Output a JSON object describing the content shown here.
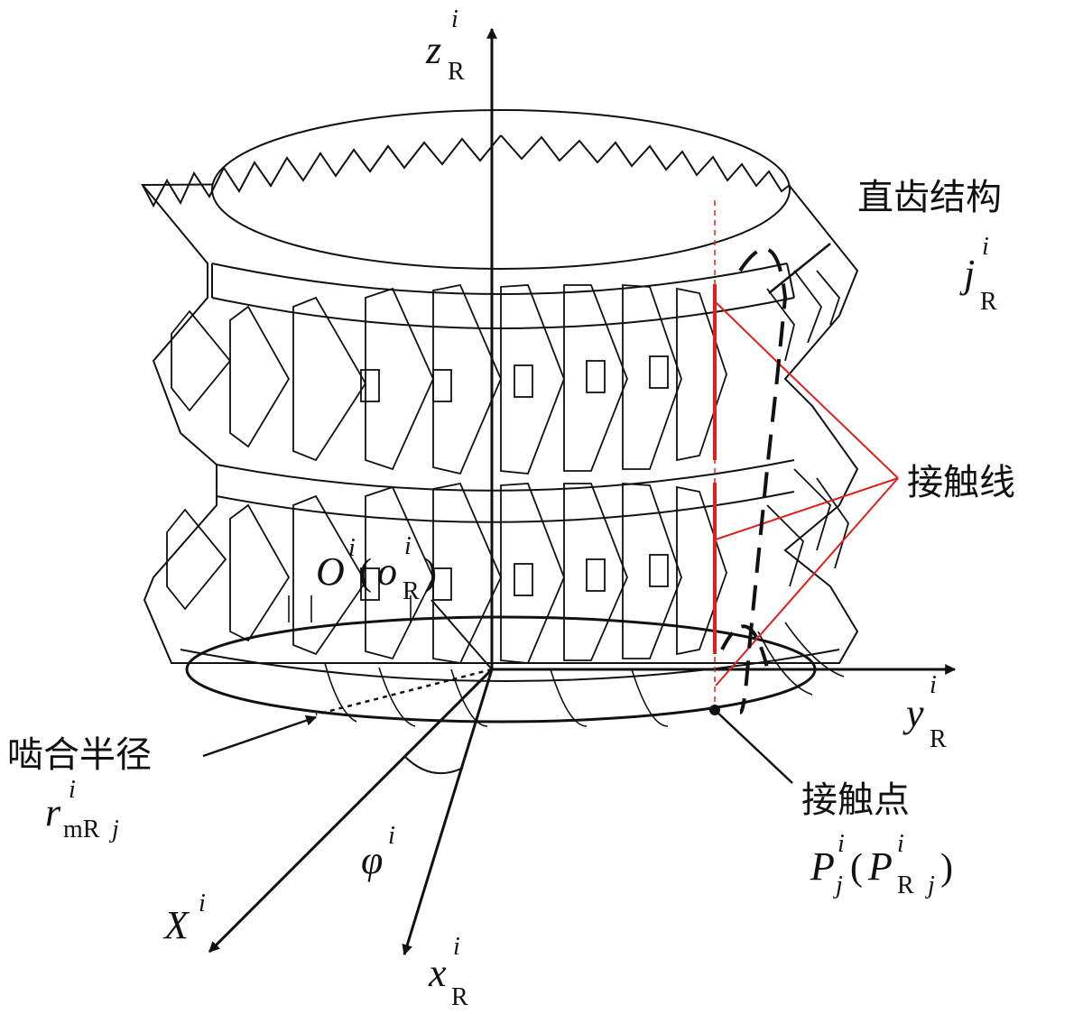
{
  "colors": {
    "ink": "#111111",
    "contact": "#e0201c",
    "body": "#ffffff"
  },
  "labels": {
    "spur_structure": "直齿结构",
    "contact_line": "接触线",
    "contact_point": "接触点",
    "mesh_radius": "啮合半径"
  },
  "symbols": {
    "z": "z",
    "y": "y",
    "x": "x",
    "X": "X",
    "O": "O",
    "o": "o",
    "j": "j",
    "r": "r",
    "P": "P",
    "phi": "φ",
    "sup_i": "i",
    "sub_R": "R",
    "sub_mR": "mR",
    "sub_j": "j",
    "paren_open": "(",
    "paren_close": ")"
  }
}
